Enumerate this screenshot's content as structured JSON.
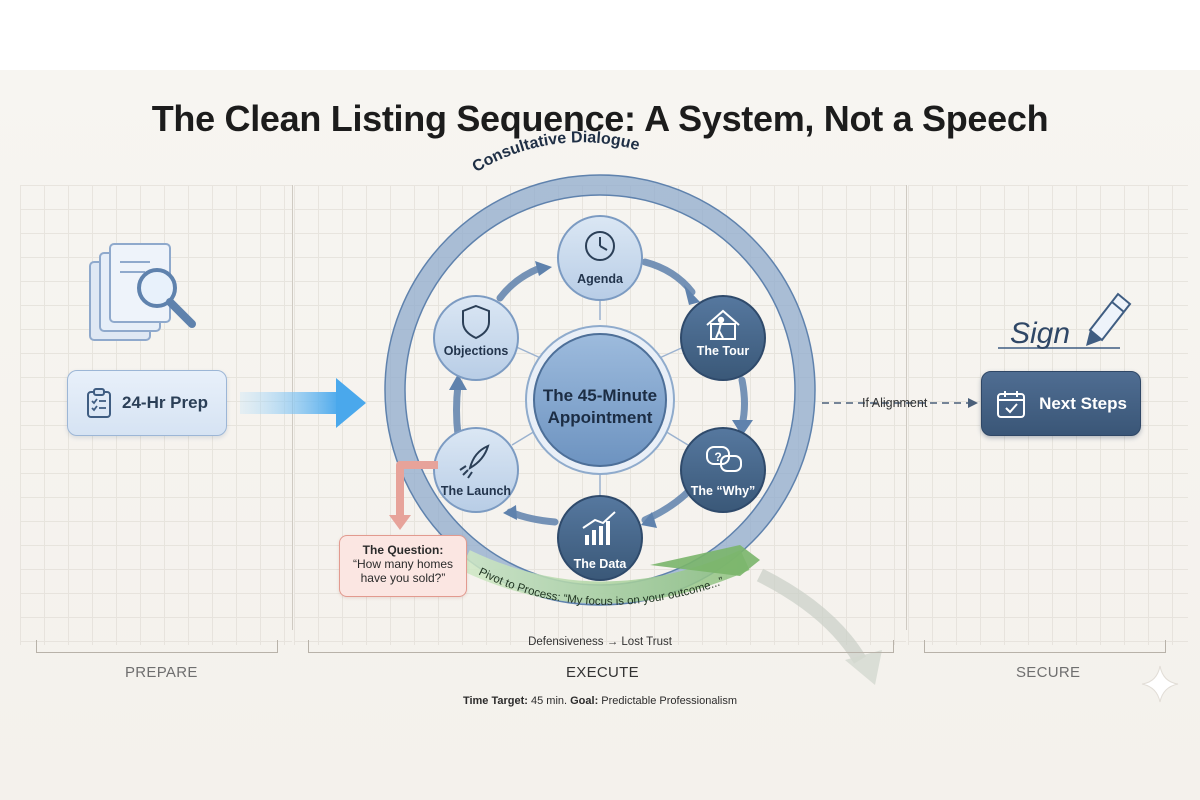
{
  "title": "The Clean Listing Sequence: A System, Not a Speech",
  "center": {
    "line1": "The 45-Minute",
    "line2": "Appointment"
  },
  "outer_ring_label": "Consultative Dialogue",
  "steps": {
    "agenda": "Agenda",
    "tour": "The Tour",
    "why": "The “Why”",
    "data": "The Data",
    "launch": "The Launch",
    "objections": "Objections"
  },
  "prepare": {
    "label": "24-Hr Prep",
    "phase": "PREPARE"
  },
  "execute": {
    "phase": "EXECUTE"
  },
  "secure": {
    "label": "Next Steps",
    "phase": "SECURE",
    "sign": "Sign"
  },
  "alignment_label": "If Alignment",
  "question": {
    "title": "The Question:",
    "line1": "“How many homes",
    "line2": "have you sold?”"
  },
  "pivot_label": "Pivot to Process: “My focus is on your outcome...”",
  "defensive_label": "Defensiveness → Lost Trust",
  "footer": {
    "time_label": "Time Target:",
    "time_value": " 45 min. ",
    "goal_label": "Goal:",
    "goal_value": " Predictable Professionalism"
  },
  "colors": {
    "ring_blue": "#5f82ad",
    "node_light": "#c9d9ec",
    "node_dark": "#3f5d82",
    "pivot_green": "#8cc07d",
    "question_red": "#e29a8f"
  },
  "icons": [
    "documents-magnifier-icon",
    "clipboard-checklist-icon",
    "clock-icon",
    "house-walker-icon",
    "speech-bubbles-question-icon",
    "bar-chart-up-icon",
    "rocket-icon",
    "shield-icon",
    "calendar-check-icon",
    "fountain-pen-icon",
    "sparkle-icon"
  ]
}
